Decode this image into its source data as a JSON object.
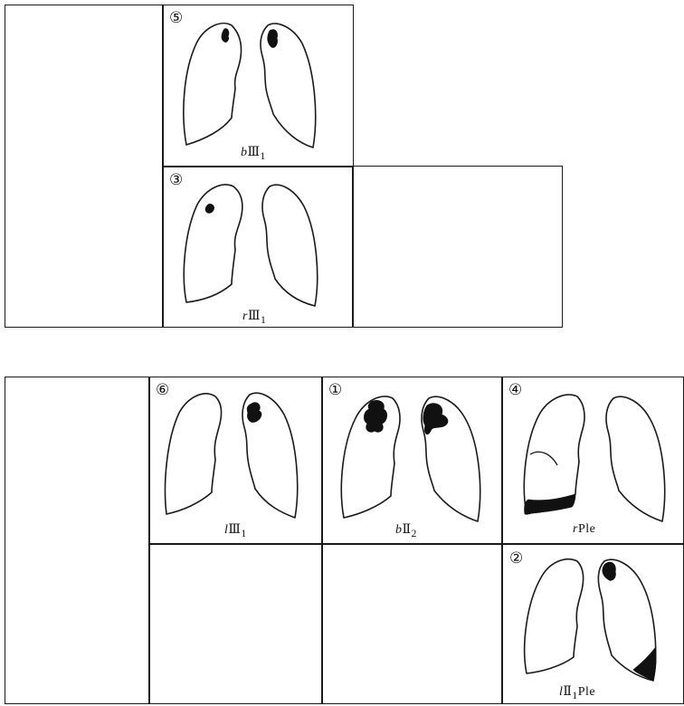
{
  "panels": {
    "p5": {
      "marker": "⑤",
      "label_prefix": "b",
      "label_roman": "Ⅲ",
      "label_sub": "1",
      "label_suffix": ""
    },
    "p3": {
      "marker": "③",
      "label_prefix": "r",
      "label_roman": "Ⅲ",
      "label_sub": "1",
      "label_suffix": ""
    },
    "p6": {
      "marker": "⑥",
      "label_prefix": "l",
      "label_roman": "Ⅲ",
      "label_sub": "1",
      "label_suffix": ""
    },
    "p1": {
      "marker": "①",
      "label_prefix": "b",
      "label_roman": "Ⅱ",
      "label_sub": "2",
      "label_suffix": ""
    },
    "p4": {
      "marker": "④",
      "label_prefix": "r",
      "label_roman": "",
      "label_sub": "",
      "label_suffix": "Ple"
    },
    "p2": {
      "marker": "②",
      "label_prefix": "l",
      "label_roman": "Ⅱ",
      "label_sub": "1",
      "label_suffix": "Ple"
    }
  }
}
